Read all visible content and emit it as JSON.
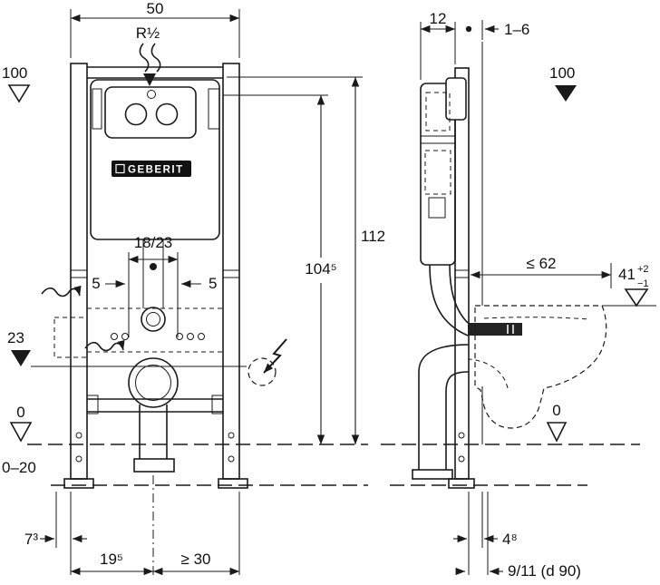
{
  "brand": {
    "logo_text": "GEBERIT"
  },
  "front_view": {
    "width_top": "50",
    "supply_thread": "R½",
    "level_100": "100",
    "height_112": "112",
    "height_104_5": "104⁵",
    "anchor_spacing": "18/23",
    "offset_5_left": "5",
    "offset_5_right": "5",
    "level_23": "23",
    "level_0": "0",
    "floor_buildup": "0–20",
    "dim_7_3": "7³",
    "dim_19_5": "19⁵",
    "dim_min_30": "≥ 30"
  },
  "side_view": {
    "frame_depth": "12",
    "wall_lining": "1–6",
    "level_100": "100",
    "bowl_projection": "≤ 62",
    "bowl_height": "41",
    "bowl_height_plus": "+2",
    "bowl_height_minus": "−1",
    "level_0": "0",
    "dim_4_8": "4⁸",
    "drain_offset": "9/11  (d 90)"
  }
}
